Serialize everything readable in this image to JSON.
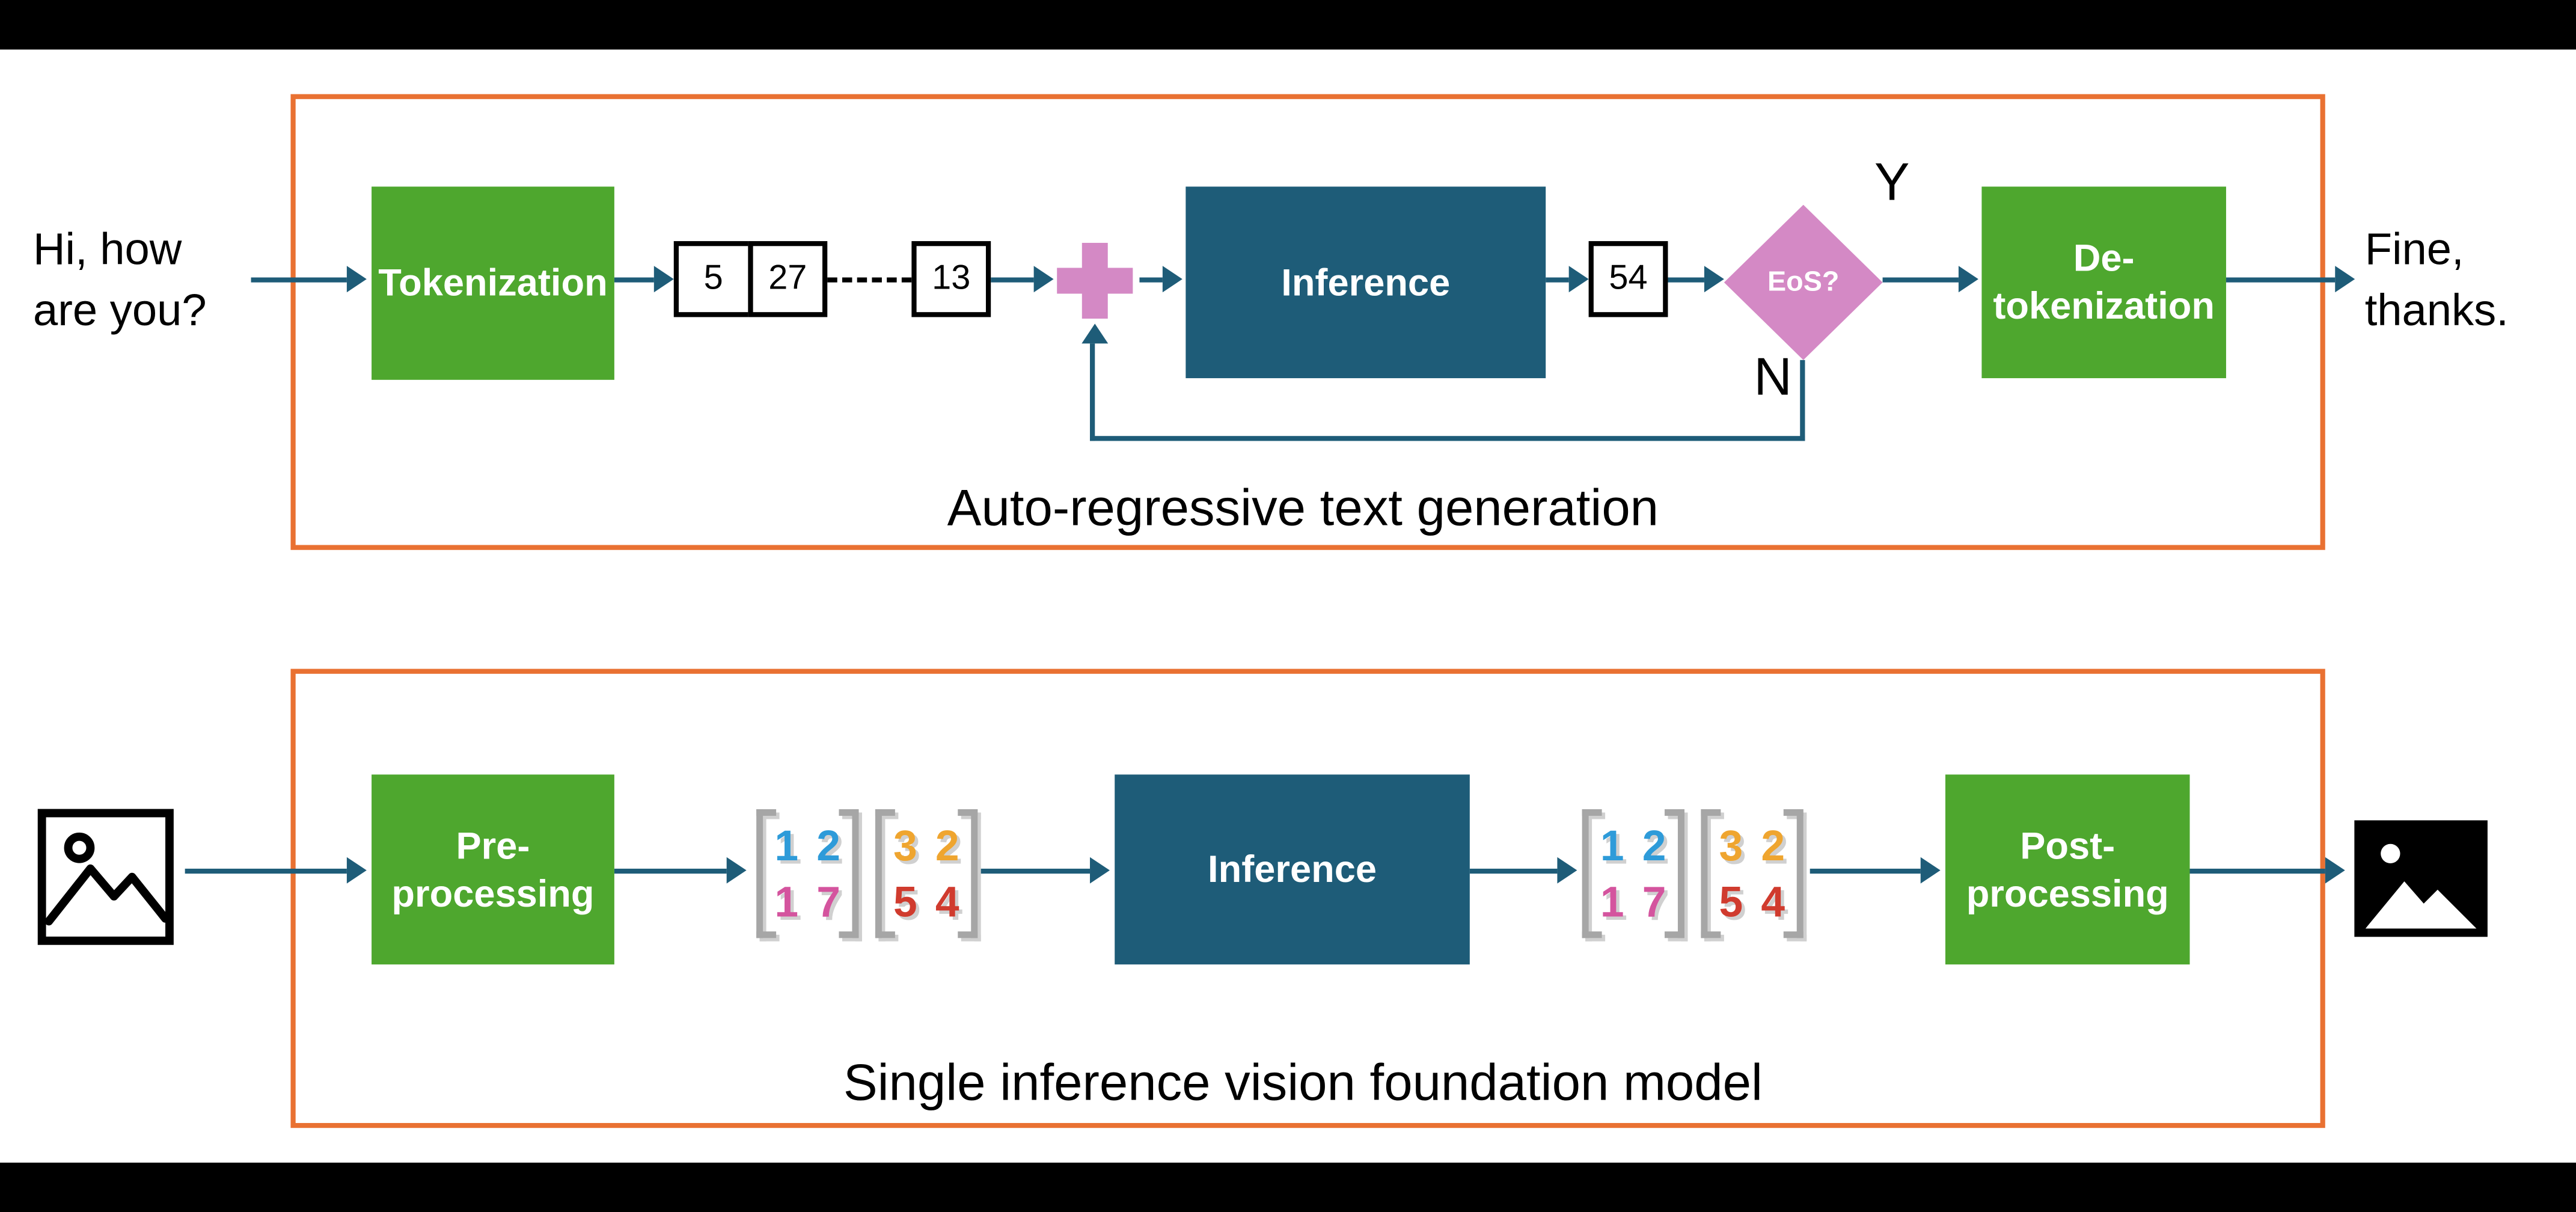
{
  "colors": {
    "frame_orange": "#E97132",
    "node_green": "#4EA72E",
    "node_teal": "#1E5C78",
    "accent_pink": "#D489C5",
    "matrix_blue": "#2E9BD9",
    "matrix_orange": "#EFA52F",
    "matrix_pink": "#D4549E",
    "matrix_red": "#D03B2E"
  },
  "top_flow": {
    "caption": "Auto-regressive text generation",
    "input": {
      "line1": "Hi, how",
      "line2": "are you?"
    },
    "nodes": {
      "tokenization": "Tokenization",
      "inference": "Inference",
      "detokenization_line1": "De-",
      "detokenization_line2": "tokenization",
      "eos": "EoS?"
    },
    "tokens": {
      "t1": "5",
      "t2": "27",
      "t3": "13",
      "generated": "54"
    },
    "branch": {
      "yes": "Y",
      "no": "N"
    },
    "output": {
      "line1": "Fine,",
      "line2": "thanks."
    }
  },
  "bottom_flow": {
    "caption": "Single inference vision foundation model",
    "nodes": {
      "preprocessing_line1": "Pre-",
      "preprocessing_line2": "processing",
      "inference": "Inference",
      "postprocessing_line1": "Post-",
      "postprocessing_line2": "processing"
    },
    "matrix": {
      "left": [
        [
          "1",
          "2"
        ],
        [
          "1",
          "7"
        ]
      ],
      "right": [
        [
          "3",
          "2"
        ],
        [
          "5",
          "4"
        ]
      ]
    },
    "icons": {
      "input": "image-outline-icon",
      "output": "image-filled-icon"
    }
  }
}
